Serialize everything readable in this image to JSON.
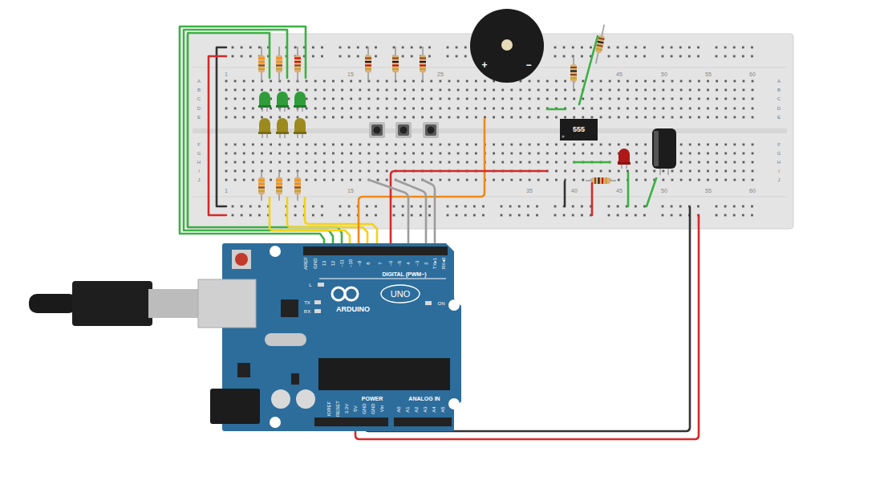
{
  "diagram": {
    "nodes": [
      {
        "text": [
          "+",
          "−"
        ]
      },
      {
        "text": [
          "555"
        ]
      }
    ],
    "labels": [
      "A",
      "B",
      "C",
      "D",
      "E",
      "F",
      "G",
      "H",
      "I",
      "J",
      "A",
      "B",
      "C",
      "D",
      "E",
      "F",
      "G",
      "H",
      "I",
      "J",
      "1",
      "15",
      "25",
      "45",
      "50",
      "55",
      "60",
      "1",
      "15",
      "35",
      "40",
      "45",
      "50",
      "55",
      "60",
      "AREF",
      "GND",
      "13",
      "12",
      "~11",
      "~10",
      "~9",
      "8",
      "7",
      "~6",
      "~5",
      "4",
      "~3",
      "2",
      "TX▸1",
      "RX◂0",
      "DIGITAL (PWM~)",
      "L",
      "TX",
      "RX",
      "ON",
      "ARDUINO",
      "UNO",
      "POWER",
      "ANALOG IN",
      "IOREF",
      "RESET",
      "3.3V",
      "5V",
      "GND",
      "GND",
      "Vin",
      "A0",
      "A1",
      "A2",
      "A3",
      "A4",
      "A5"
    ]
  }
}
